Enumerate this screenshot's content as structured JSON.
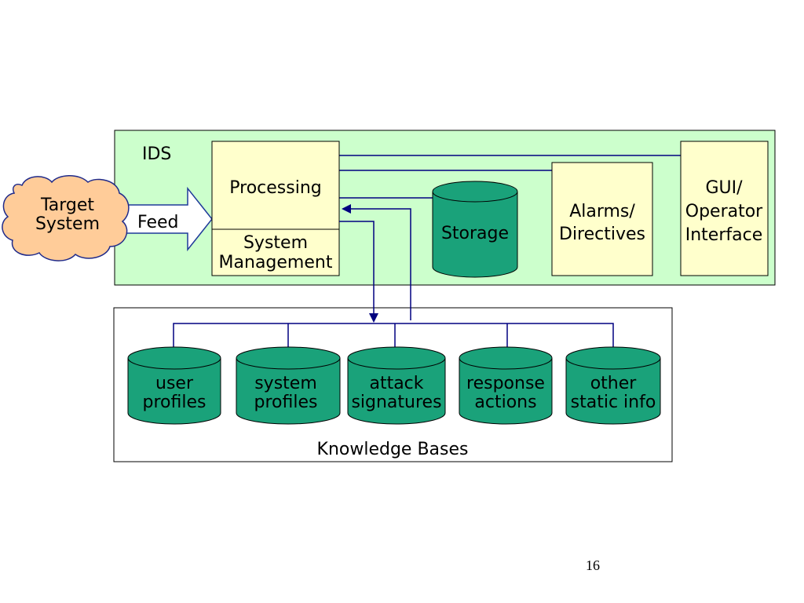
{
  "ids": {
    "label": "IDS"
  },
  "target": {
    "line1": "Target",
    "line2": "System"
  },
  "feed": {
    "label": "Feed"
  },
  "processing": {
    "label": "Processing"
  },
  "system_management": {
    "line1": "System",
    "line2": "Management"
  },
  "storage": {
    "label": "Storage"
  },
  "alarms": {
    "line1": "Alarms/",
    "line2": "Directives"
  },
  "gui": {
    "line1": "GUI/",
    "line2": "Operator",
    "line3": "Interface"
  },
  "knowledge_bases": {
    "label": "Knowledge Bases",
    "items": [
      {
        "line1": "user",
        "line2": "profiles"
      },
      {
        "line1": "system",
        "line2": "profiles"
      },
      {
        "line1": "attack",
        "line2": "signatures"
      },
      {
        "line1": "response",
        "line2": "actions"
      },
      {
        "line1": "other",
        "line2": "static info"
      }
    ]
  },
  "page_number": "16",
  "colors": {
    "ids_bg": "#ccffcc",
    "box_fill": "#ffffcc",
    "cylinder_fill": "#1aa27a",
    "cloud_fill": "#ffcc99",
    "cloud_stroke": "#1f2a8a",
    "connector": "#000080"
  }
}
